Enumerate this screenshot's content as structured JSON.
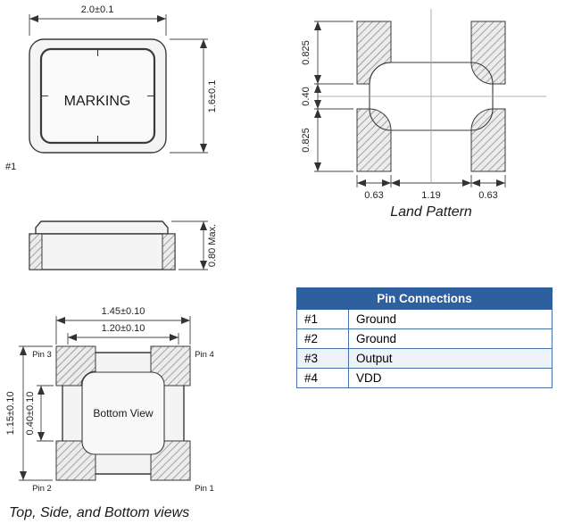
{
  "top_view": {
    "marking": "MARKING",
    "width_dim": "2.0±0.1",
    "height_dim": "1.6±0.1",
    "pin1_label": "#1"
  },
  "side_view": {
    "height_dim": "0.80 Max."
  },
  "bottom_view": {
    "label": "Bottom View",
    "outer_width_dim": "1.45±0.10",
    "inner_width_dim": "1.20±0.10",
    "outer_height_dim": "1.15±0.10",
    "gap_dim": "0.40±0.10",
    "pin_top_left": "Pin 3",
    "pin_top_right": "Pin 4",
    "pin_bottom_left": "Pin 2",
    "pin_bottom_right": "Pin 1"
  },
  "views_caption": "Top, Side, and Bottom views",
  "land_pattern": {
    "caption": "Land Pattern",
    "pad_height_top": "0.825",
    "pad_gap": "0.40",
    "pad_height_bottom": "0.825",
    "pad_width_left": "0.63",
    "pad_span_center": "1.19",
    "pad_width_right": "0.63"
  },
  "pin_table": {
    "title": "Pin Connections",
    "header_bg": "#2E5F9E",
    "border_color": "#4472A8",
    "rows": [
      {
        "pin": "#1",
        "function": "Ground"
      },
      {
        "pin": "#2",
        "function": "Ground"
      },
      {
        "pin": "#3",
        "function": "Output"
      },
      {
        "pin": "#4",
        "function": "VDD"
      }
    ]
  }
}
